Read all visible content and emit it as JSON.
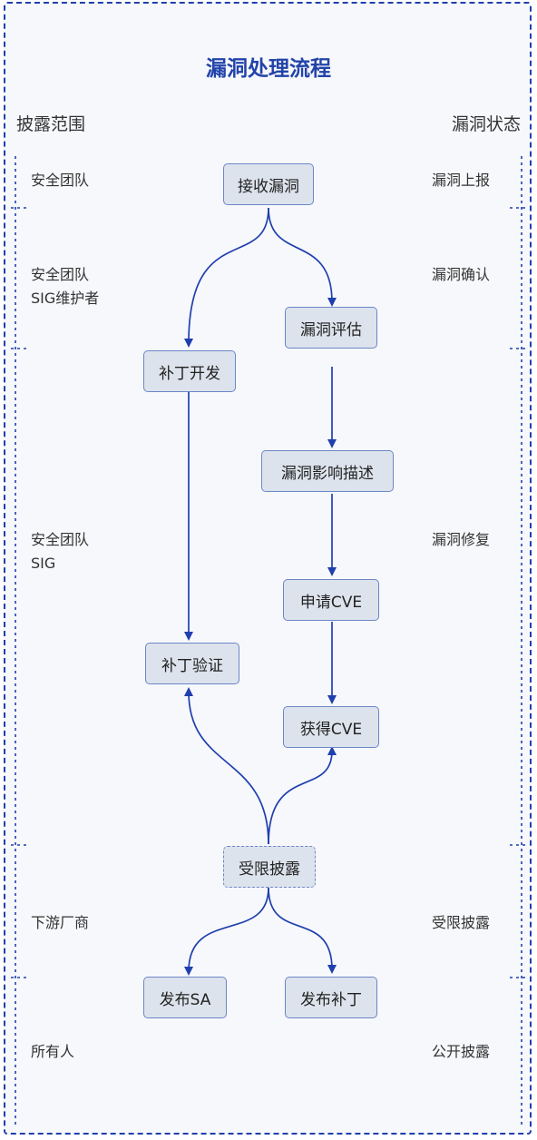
{
  "title": "漏洞处理流程",
  "left_header": "披露范围",
  "right_header": "漏洞状态",
  "scope_labels": [
    "安全团队",
    "安全团队\nSIG维护者",
    "安全团队\nSIG",
    "下游厂商",
    "所有人"
  ],
  "status_labels": [
    "漏洞上报",
    "漏洞确认",
    "漏洞修复",
    "受限披露",
    "公开披露"
  ],
  "nodes": {
    "receive": "接收漏洞",
    "assess": "漏洞评估",
    "patch_dev": "补丁开发",
    "impact": "漏洞影响描述",
    "apply_cve": "申请CVE",
    "verify": "补丁验证",
    "get_cve": "获得CVE",
    "limited": "受限披露",
    "publish_sa": "发布SA",
    "publish_patch": "发布补丁"
  },
  "colors": {
    "line": "#1f3fae",
    "node_fill": "#dde3ec",
    "node_border": "#6b86c9",
    "title": "#2244aa"
  }
}
